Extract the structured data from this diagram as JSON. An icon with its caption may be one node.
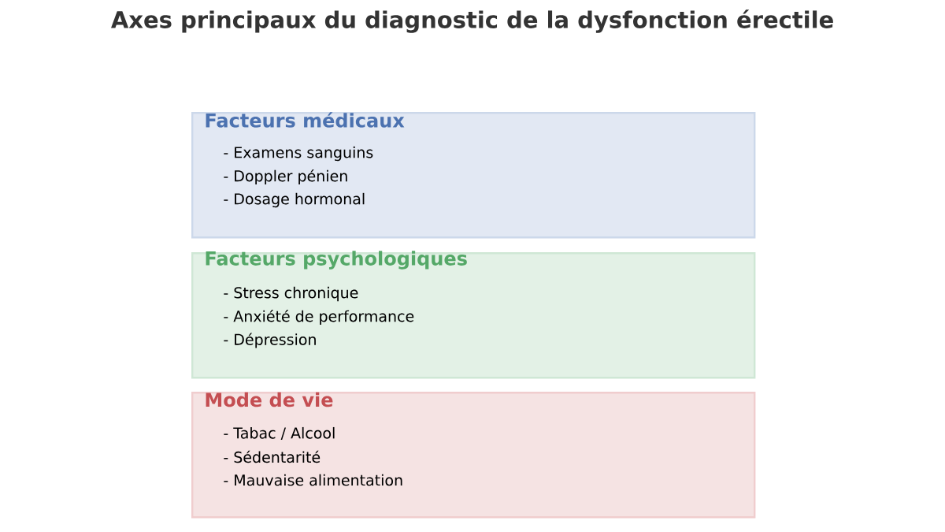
{
  "diagram": {
    "title": "Axes principaux du diagnostic de la dysfonction érectile",
    "nodes": [
      {
        "text": [
          "Facteurs médicaux",
          "- Examens sanguins",
          "- Doppler pénien",
          "- Dosage hormonal"
        ]
      },
      {
        "text": [
          "Facteurs psychologiques",
          "- Stress chronique",
          "- Anxiété de performance",
          "- Dépression"
        ]
      },
      {
        "text": [
          "Mode de vie",
          "- Tabac / Alcool",
          "- Sédentarité",
          "- Mauvaise alimentation"
        ]
      }
    ]
  }
}
